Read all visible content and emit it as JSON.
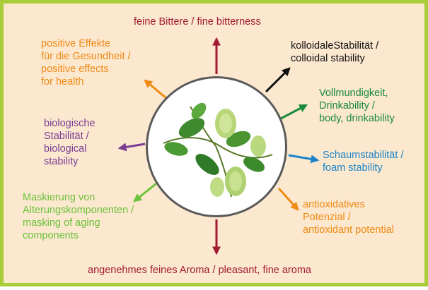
{
  "colors": {
    "border": "#a9cd38",
    "background": "#fbe8cf",
    "maroon": "#a11a33",
    "black": "#111111",
    "green": "#1a8a3c",
    "blue": "#1a84c8",
    "orange": "#f08a14",
    "lightgreen": "#6cc23a",
    "purple": "#7b3d93"
  },
  "center_image": {
    "icon": "hop-plant-photo"
  },
  "labels": {
    "bitterness": "feine Bittere / fine bitterness",
    "colloidal": "kolloidaleStabilität /\ncolloidal stability",
    "body": "Vollmundigkeit,\nDrinkability /\nbody, drinkability",
    "foam": "Schaumstabilität /\nfoam stability",
    "antioxidant": "antioxidatives\nPotenzial /\nantioxidant potential",
    "aroma": "angenehmes feines Aroma / pleasant, fine aroma",
    "aging": "Maskierung von\nAlterungskomponenten /\nmasking of aging\ncomponents",
    "biological": "biologische\nStabilität /\nbiological\nstability",
    "health": "positive Effekte\nfür die Gesundheit /\npositive effects\nfor health"
  }
}
